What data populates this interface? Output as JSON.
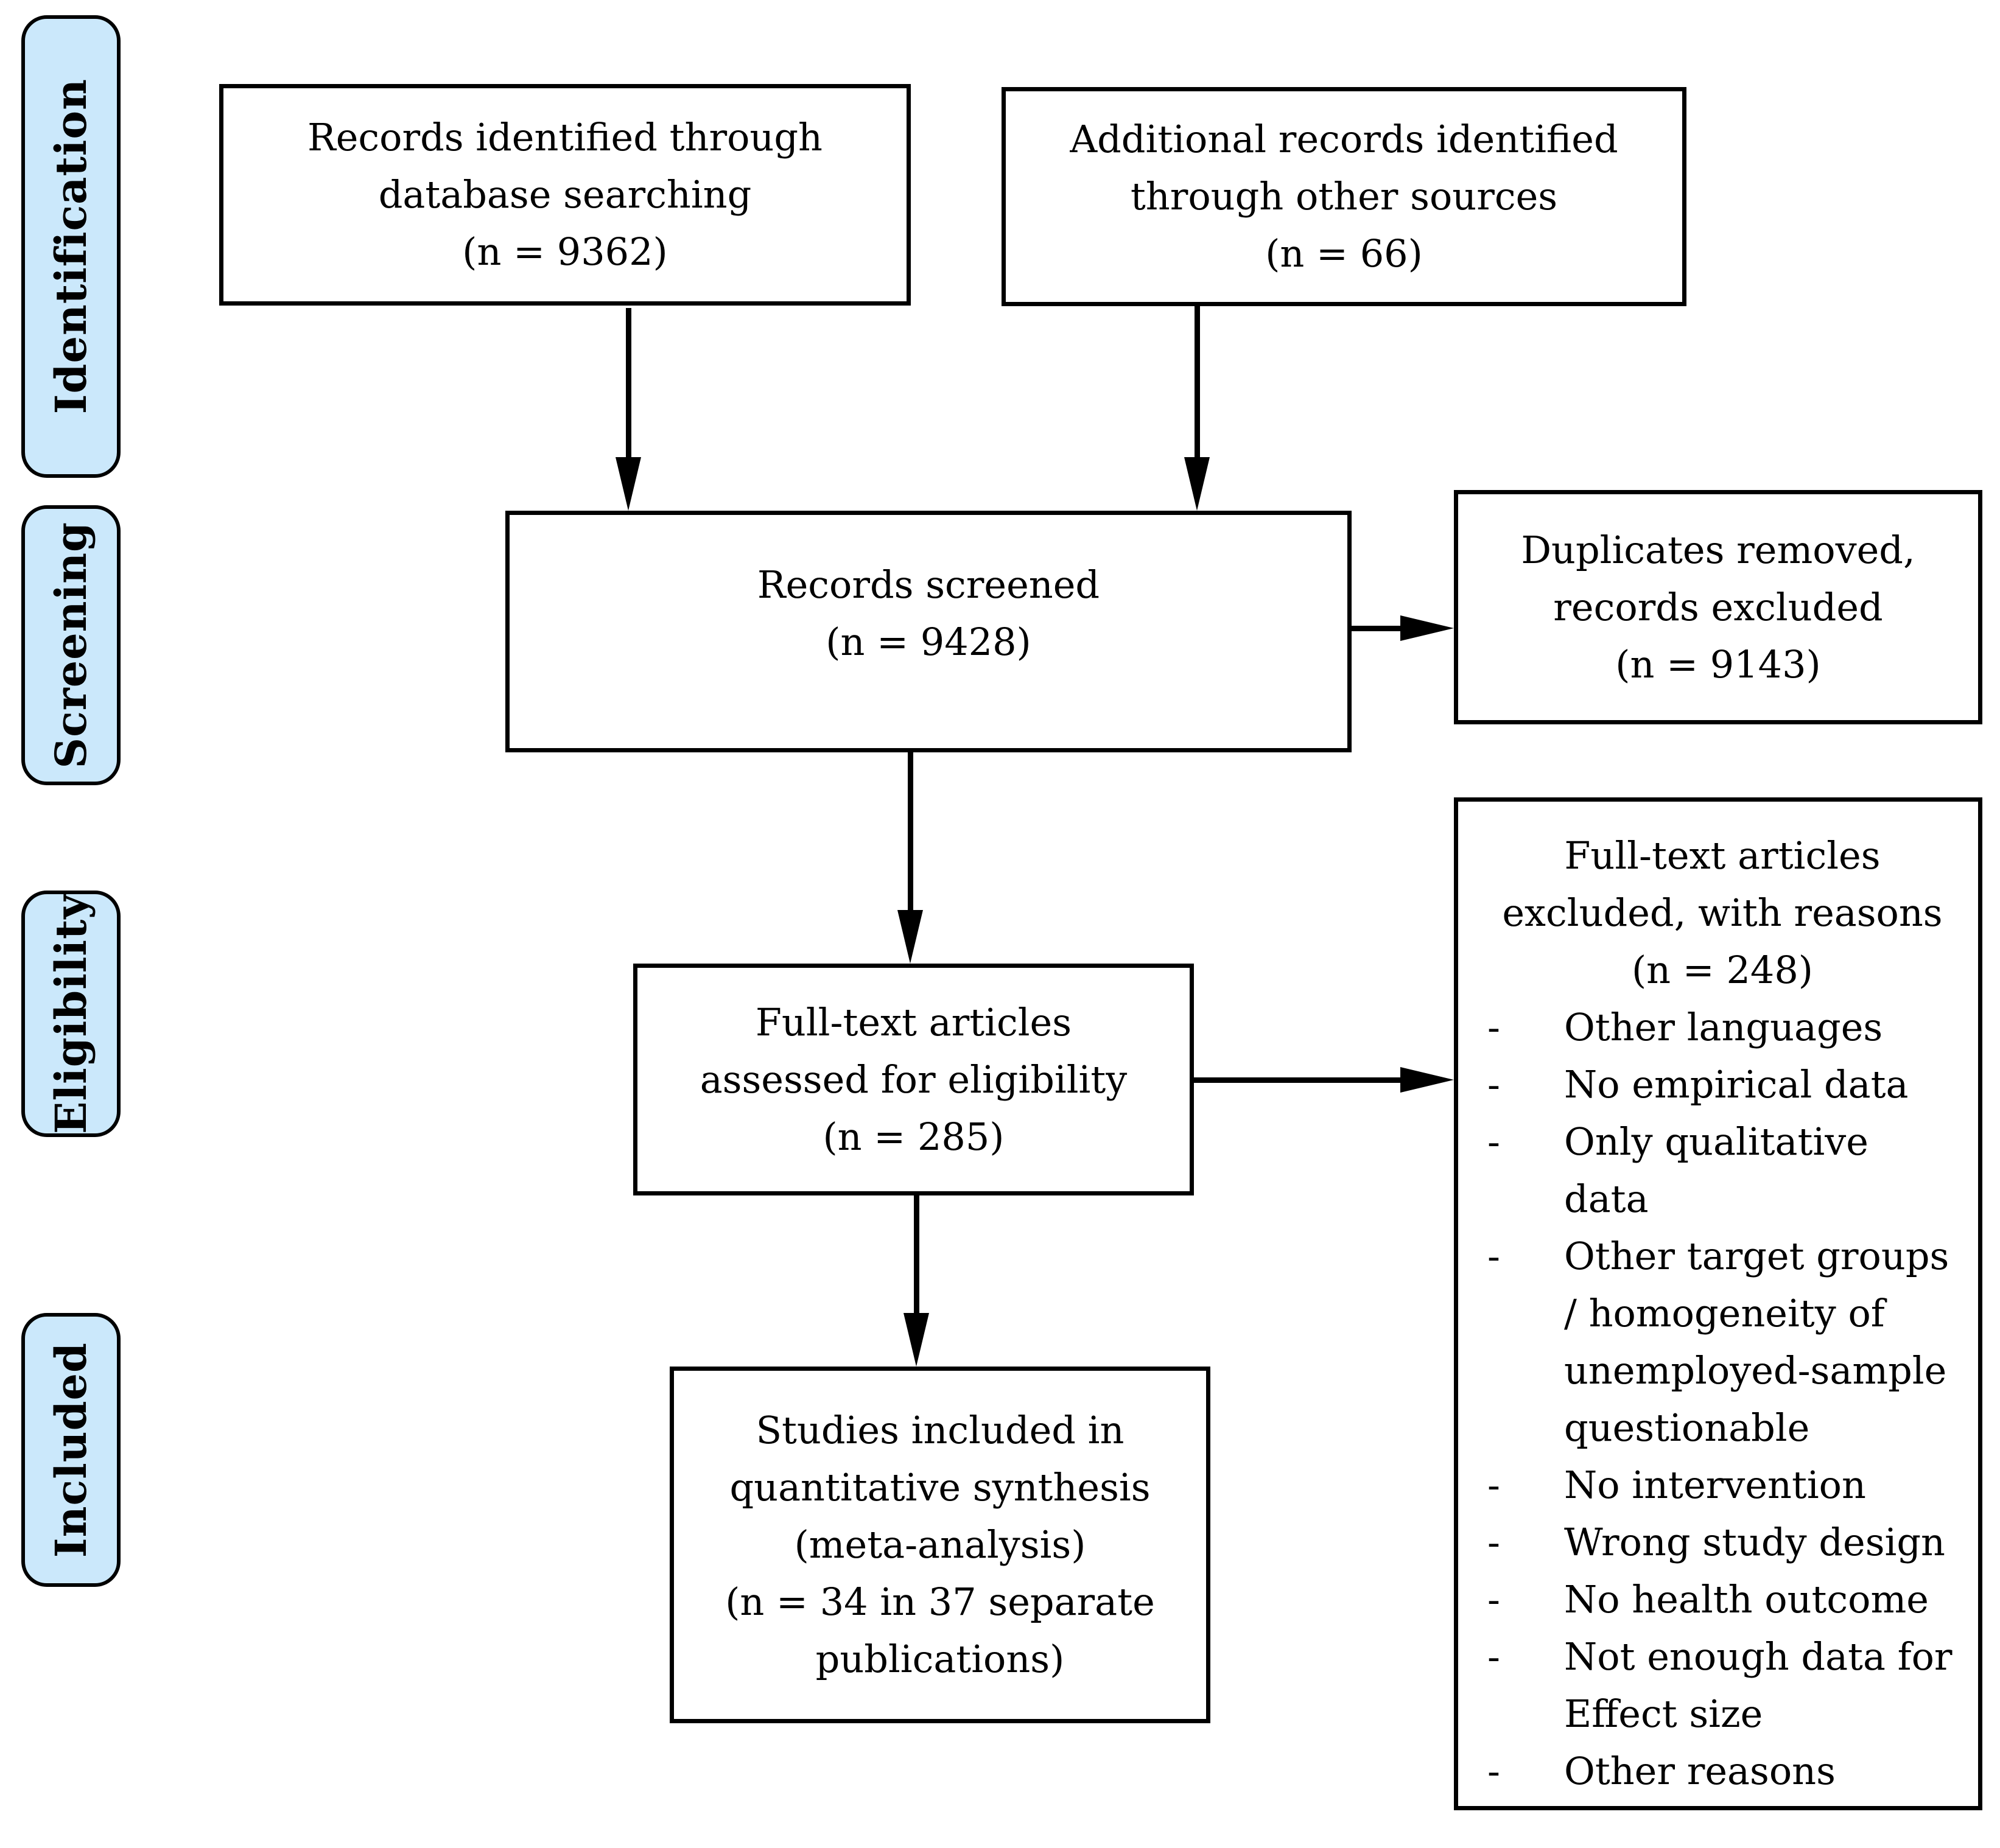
{
  "colors": {
    "stage_fill": "#cbe8fb",
    "line": "#000000",
    "box_background": "#ffffff"
  },
  "bullet": "-",
  "stages": {
    "identification": "Identification",
    "screening": "Screening",
    "eligibility": "Eligibility",
    "included": "Included"
  },
  "boxes": {
    "identified": [
      "Records identified through",
      "database searching",
      "(n = 9362)"
    ],
    "additional": [
      "Additional records identified",
      "through other sources",
      "(n = 66)"
    ],
    "screened": [
      "Records screened",
      "(n = 9428)"
    ],
    "duplicates": [
      "Duplicates removed,",
      "records excluded",
      "(n = 9143)"
    ],
    "fulltext": [
      "Full-text articles",
      "assessed for eligibility",
      "(n = 285)"
    ],
    "excluded_header": [
      "Full-text articles",
      "excluded, with reasons",
      "(n = 248)"
    ],
    "excluded_reasons": [
      [
        "Other languages"
      ],
      [
        "No empirical data"
      ],
      [
        "Only qualitative",
        "data"
      ],
      [
        "Other target groups",
        "/ homogeneity of",
        "unemployed-sample",
        "questionable"
      ],
      [
        "No intervention"
      ],
      [
        "Wrong study design"
      ],
      [
        "No health outcome"
      ],
      [
        "Not enough data for",
        "Effect size"
      ],
      [
        "Other reasons"
      ]
    ],
    "included_studies": [
      "Studies included in",
      "quantitative synthesis",
      "(meta-analysis)",
      "(n = 34 in 37 separate",
      "publications)"
    ]
  }
}
